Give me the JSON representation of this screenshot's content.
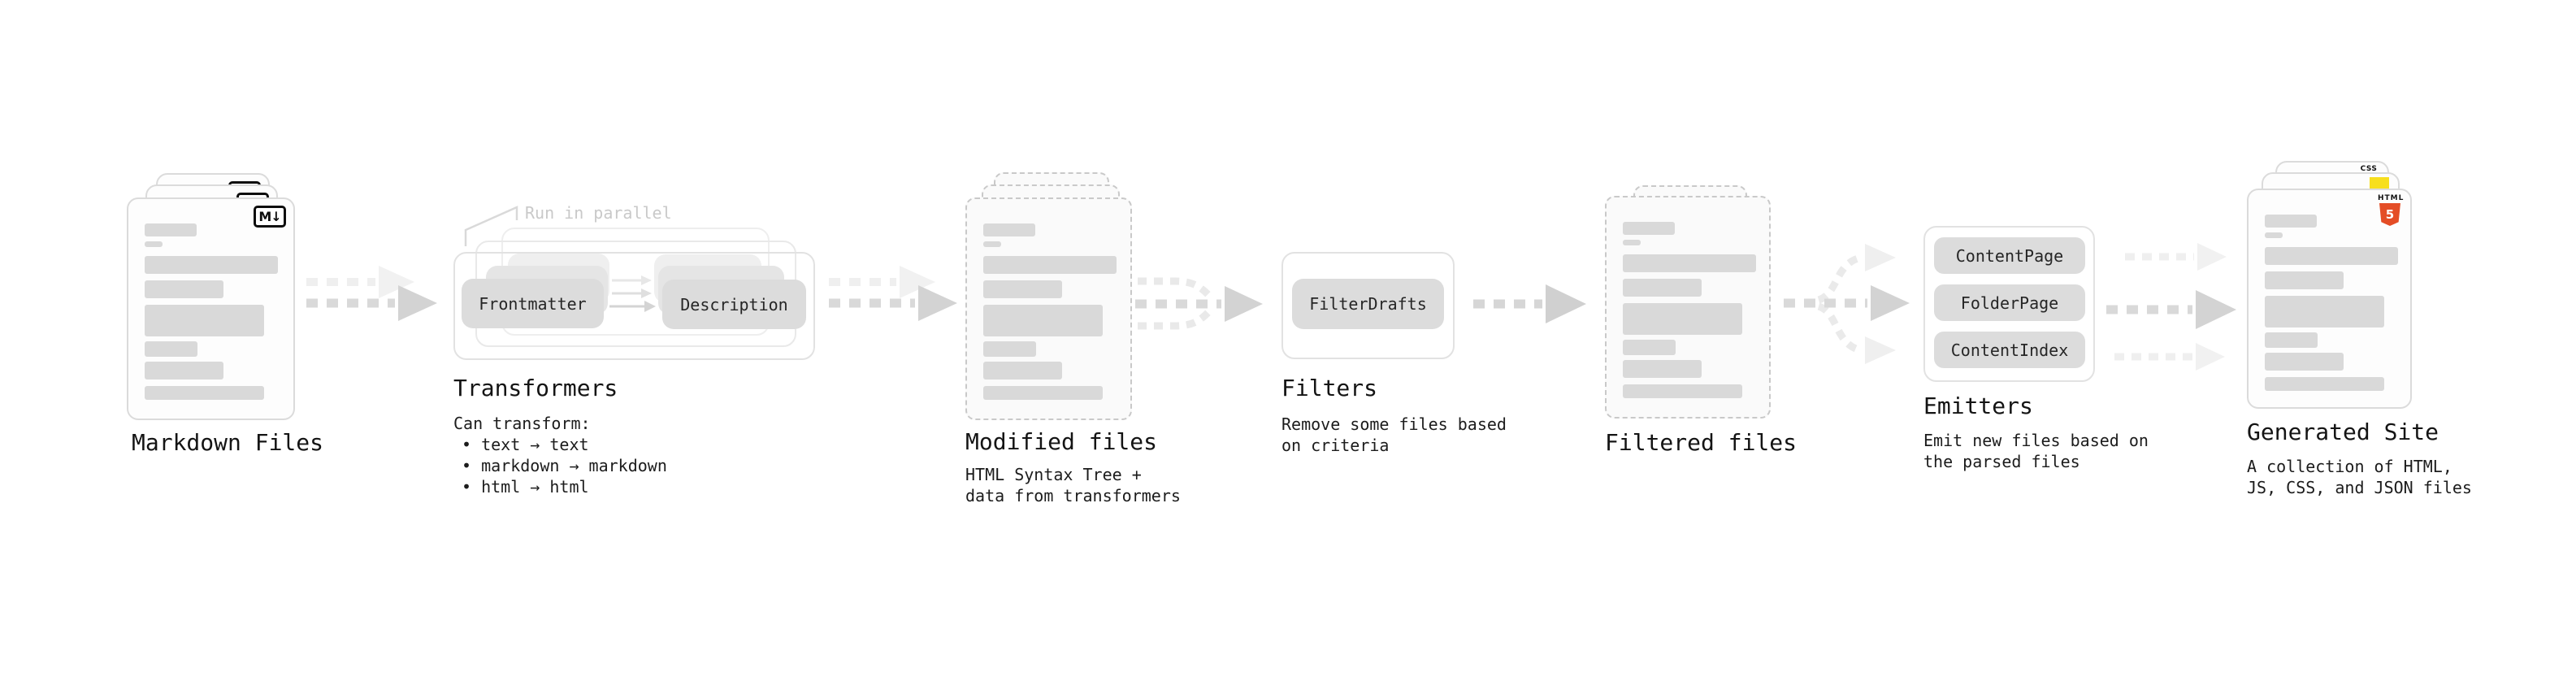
{
  "diagram": {
    "stages": {
      "markdown": {
        "title": "Markdown Files"
      },
      "transformers": {
        "title": "Transformers",
        "annotation": "Run in parallel",
        "pill_frontmatter": "Frontmatter",
        "pill_description": "Description",
        "desc_heading": "Can transform:",
        "bullets": [
          "• text → text",
          "• markdown → markdown",
          "• html → html"
        ]
      },
      "modified": {
        "title": "Modified files",
        "desc_lines": [
          "HTML Syntax Tree +",
          "data from transformers"
        ]
      },
      "filters": {
        "title": "Filters",
        "pill": "FilterDrafts",
        "desc_lines": [
          "Remove some files based",
          "on criteria"
        ]
      },
      "filtered": {
        "title": "Filtered files"
      },
      "emitters": {
        "title": "Emitters",
        "pills": [
          "ContentPage",
          "FolderPage",
          "ContentIndex"
        ],
        "desc_lines": [
          "Emit new files based on",
          "the parsed files"
        ]
      },
      "generated": {
        "title": "Generated Site",
        "desc_lines": [
          "A collection of HTML,",
          "JS, CSS, and JSON files"
        ]
      }
    },
    "icons": {
      "markdown_badge": "M↓",
      "html5_word": "HTML",
      "html5_numeral": "5",
      "css_word": "CSS"
    },
    "colors": {
      "html5_orange": "#e44d26",
      "js_yellow": "#f7df1e",
      "css_blue": "#264de4",
      "doc_bar_gray": "#d9d9d9",
      "pill_gray": "#dcdcdc",
      "arrow_gray": "#d3d3d3"
    }
  }
}
